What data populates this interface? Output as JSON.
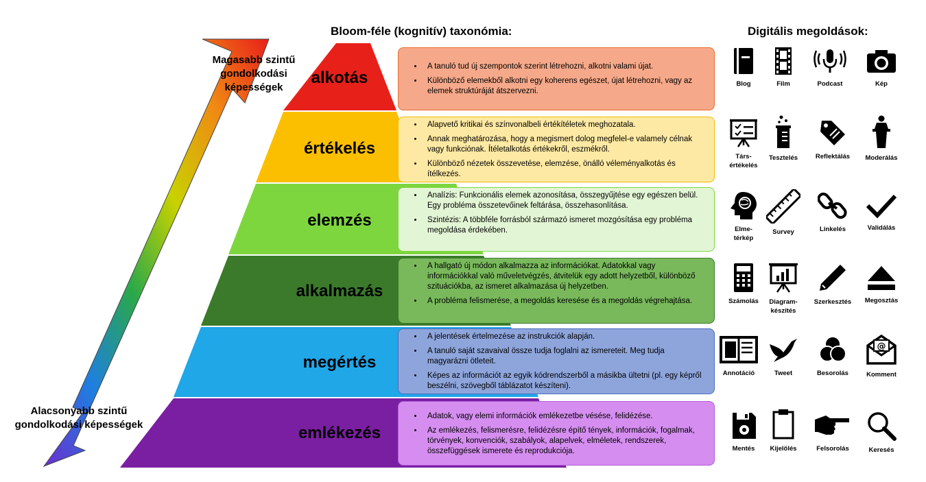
{
  "header": {
    "pyramid_title": "Bloom-féle (kognitív) taxonómia:",
    "digital_title": "Digitális megoldások:"
  },
  "arrow": {
    "top_label": "Magasabb szintű gondolkodási képességek",
    "bottom_label": "Alacsonyabb szintű gondolkodási képességek"
  },
  "levels": [
    {
      "name": "alkotás",
      "color": "#e8201a",
      "box_bg": "#f6a98a",
      "box_border": "#e86b2c",
      "items": [
        "A tanuló tud új szempontok szerint létrehozni, alkotni valami újat.",
        "Különböző elemekből alkotni egy koherens egészet, újat létrehozni, vagy az elemek struktúráját átszervezni."
      ],
      "icons": [
        {
          "icon": "blog-icon",
          "label": "Blog"
        },
        {
          "icon": "film-icon",
          "label": "Film"
        },
        {
          "icon": "podcast-icon",
          "label": "Podcast"
        },
        {
          "icon": "camera-icon",
          "label": "Kép"
        }
      ]
    },
    {
      "name": "értékelés",
      "color": "#fbbf00",
      "box_bg": "#fde9a3",
      "box_border": "#f5b800",
      "items": [
        "Alapvető kritikai és színvonalbeli értékítéletek meghozatala.",
        "Annak meghatározása, hogy a megismert dolog megfelel-e valamely célnak vagy funkciónak. Ítéletalkotás értékekről, eszmékről.",
        "Különböző nézetek összevetése, elemzése, önálló véleményalkotás és ítélkezés."
      ],
      "icons": [
        {
          "icon": "peer-review-icon",
          "label": "Társ-\nértékelés"
        },
        {
          "icon": "test-tube-icon",
          "label": "Tesztelés"
        },
        {
          "icon": "tag-icon",
          "label": "Reflektálás"
        },
        {
          "icon": "podium-icon",
          "label": "Moderálás"
        }
      ]
    },
    {
      "name": "elemzés",
      "color": "#7ed63f",
      "box_bg": "#e2f5d4",
      "box_border": "#7ed63f",
      "items": [
        "Analízis: Funkcionális elemek azonosítása, összegyűjtése egy egészen belül. Egy probléma összetevőinek feltárása, összehasonlítása.",
        "Szintézis: A többféle forrásból származó ismeret mozgósítása egy probléma megoldása érdekében."
      ],
      "icons": [
        {
          "icon": "mind-map-icon",
          "label": "Elme-\ntérkép"
        },
        {
          "icon": "ruler-icon",
          "label": "Survey"
        },
        {
          "icon": "link-icon",
          "label": "Linkelés"
        },
        {
          "icon": "checkmark-icon",
          "label": "Validálás"
        }
      ]
    },
    {
      "name": "alkalmazás",
      "color": "#3a7a2a",
      "box_bg": "#79b95c",
      "box_border": "#3a7a2a",
      "items": [
        "A hallgató új módon alkalmazza az információkat. Adatokkal vagy információkkal való műveletvégzés, átvitelük egy adott helyzetből, különböző szituációkba, az ismeret alkalmazása új helyzetben.",
        "A probléma felismerése, a megoldás keresése és a megoldás végrehajtása."
      ],
      "icons": [
        {
          "icon": "calculator-icon",
          "label": "Számolás"
        },
        {
          "icon": "chart-board-icon",
          "label": "Diagram-\nkészítés"
        },
        {
          "icon": "pencil-icon",
          "label": "Szerkesztés"
        },
        {
          "icon": "eject-icon",
          "label": "Megosztás"
        }
      ]
    },
    {
      "name": "megértés",
      "color": "#1fa7e8",
      "box_bg": "#8ea5dc",
      "box_border": "#4a6bc0",
      "items": [
        "A jelentések értelmezése az instrukciók alapján.",
        "A tanuló saját szavaival össze tudja foglalni az ismereteit. Meg tudja magyarázni ötleteit.",
        "Képes az információt az egyik kódrendszerből a másikba ültetni (pl. egy képről beszélni, szövegből táblázatot készíteni)."
      ],
      "icons": [
        {
          "icon": "book-icon",
          "label": "Annotáció"
        },
        {
          "icon": "bird-icon",
          "label": "Tweet"
        },
        {
          "icon": "venn-icon",
          "label": "Besorolás"
        },
        {
          "icon": "email-icon",
          "label": "Komment"
        }
      ]
    },
    {
      "name": "emlékezés",
      "color": "#7a1fa2",
      "box_bg": "#d58ef0",
      "box_border": "#b25ad6",
      "items": [
        "Adatok, vagy elemi információk emlékezetbe vésése, felidézése.",
        "Az emlékezés, felismerésre, felidézésre építő tények, információk, fogalmak, törvények, konvenciók, szabályok, alapelvek, elméletek, rendszerek, összefüggések ismerete és reprodukciója."
      ],
      "icons": [
        {
          "icon": "floppy-disk-icon",
          "label": "Mentés"
        },
        {
          "icon": "clipboard-icon",
          "label": "Kijelölés"
        },
        {
          "icon": "pointing-hand-icon",
          "label": "Felsorolás"
        },
        {
          "icon": "magnifier-icon",
          "label": "Keresés"
        }
      ]
    }
  ]
}
